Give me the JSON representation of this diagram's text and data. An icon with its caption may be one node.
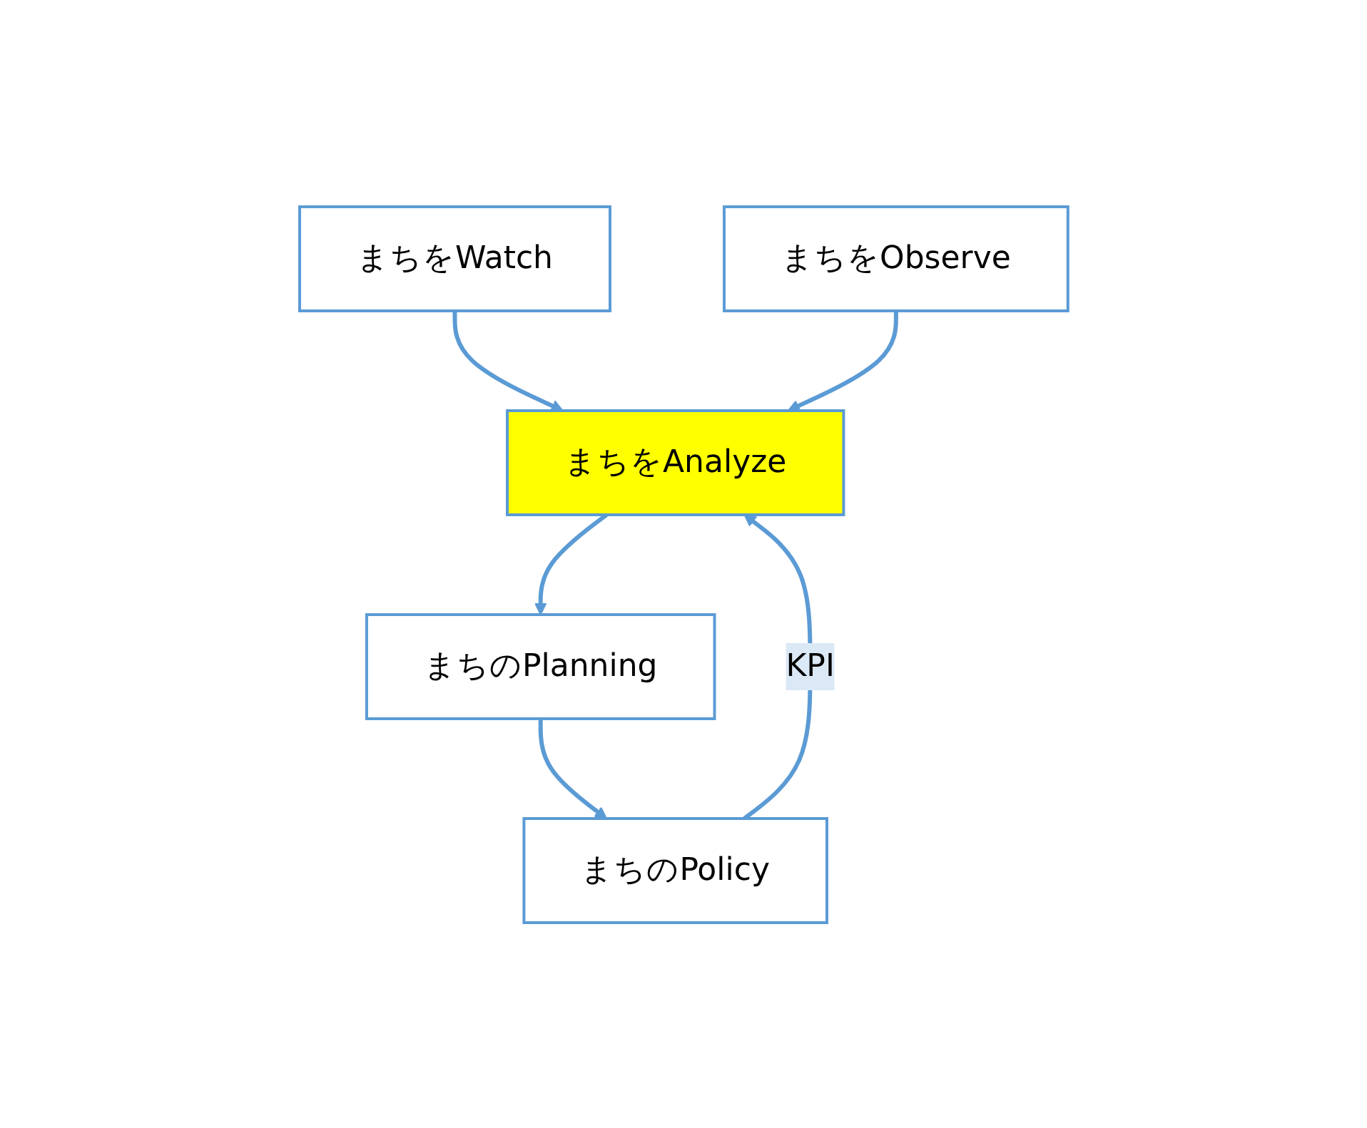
{
  "diagram": {
    "nodes": [
      {
        "text": [
          "まちをWatch"
        ]
      },
      {
        "text": [
          "まちをObserve"
        ]
      },
      {
        "text": [
          "まちをAnalyze"
        ]
      },
      {
        "text": [
          "まちのPlanning"
        ]
      },
      {
        "text": [
          "まちのPolicy"
        ]
      }
    ],
    "edges": [
      {
        "from": 0,
        "to": 2,
        "arrow": "to"
      },
      {
        "from": 1,
        "to": 2,
        "arrow": "to"
      },
      {
        "from": 2,
        "to": 3,
        "arrow": "to"
      },
      {
        "from": 3,
        "to": 4,
        "arrow": "to"
      },
      {
        "from": 4,
        "to": 2,
        "arrow": "to",
        "label": "KPI"
      }
    ]
  }
}
